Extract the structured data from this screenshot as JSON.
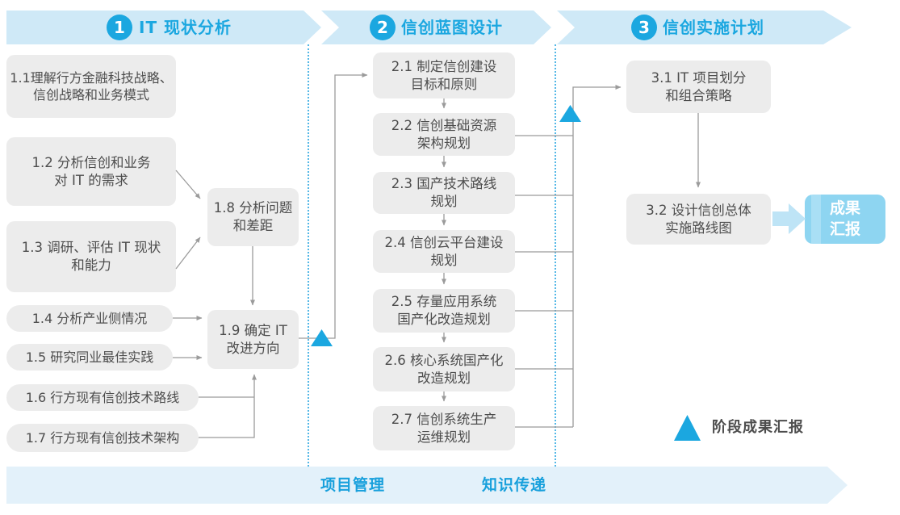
{
  "phases": [
    {
      "num": "1",
      "title": "IT 现状分析"
    },
    {
      "num": "2",
      "title": "信创蓝图设计"
    },
    {
      "num": "3",
      "title": "信创实施计划"
    }
  ],
  "boxes": {
    "b11": "1.1理解行方金融科技战略、\n信创战略和业务模式",
    "b12": "1.2 分析信创和业务\n对 IT 的需求",
    "b13": "1.3 调研、评估 IT 现状\n和能力",
    "b14": "1.4 分析产业侧情况",
    "b15": "1.5 研究同业最佳实践",
    "b16": "1.6 行方现有信创技术路线",
    "b17": "1.7 行方现有信创技术架构",
    "b18": "1.8 分析问题\n和差距",
    "b19": "1.9 确定 IT\n改进方向",
    "b21": "2.1 制定信创建设\n目标和原则",
    "b22": "2.2 信创基础资源\n架构规划",
    "b23": "2.3 国产技术路线\n规划",
    "b24": "2.4 信创云平台建设\n规划",
    "b25": "2.5 存量应用系统\n国产化改造规划",
    "b26": "2.6 核心系统国产化\n改造规划",
    "b27": "2.7 信创系统生产\n运维规划",
    "b31": "3.1 IT 项目划分\n和组合策略",
    "b32": "3.2 设计信创总体\n实施路线图"
  },
  "result_box": "成果\n汇报",
  "bottom_band": {
    "items": [
      "项目管理",
      "知识传递"
    ]
  },
  "legend": {
    "label": "阶段成果汇报"
  },
  "colors": {
    "accent_blue": "#1BA7E0",
    "band_blue": "#CFE9F7",
    "bottom_band_blue": "#E3F1FA",
    "box_gray": "#ECECEC",
    "text_gray": "#4D4D4D",
    "line_gray": "#9B9B9B",
    "result_box_blue": "#8ED5F1",
    "thick_arrow_blue": "#BEE4F6"
  }
}
